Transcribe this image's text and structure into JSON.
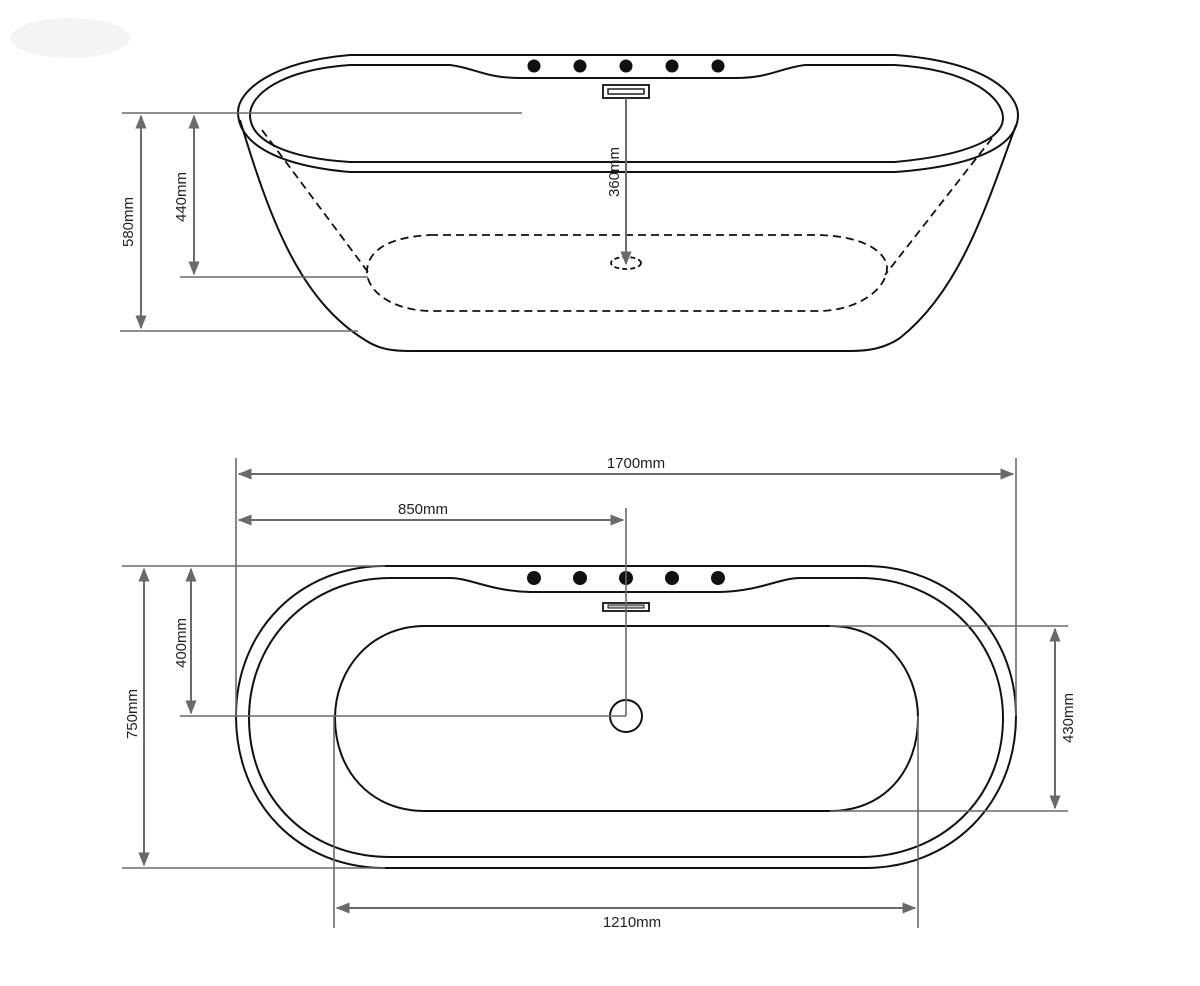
{
  "diagram": {
    "type": "technical-drawing",
    "subject": "freestanding bathtub",
    "colors": {
      "outline": "#111111",
      "dimension_lines": "#6a6a6a",
      "background": "#ffffff"
    },
    "side_view": {
      "jet_holes": 5,
      "dimensions": {
        "overall_height": "580mm",
        "interior_depth_at_wall": "440mm",
        "depth_to_drain": "360mm"
      }
    },
    "top_view": {
      "jet_holes": 5,
      "dimensions": {
        "overall_length": "1700mm",
        "drain_offset": "850mm",
        "overall_width": "750mm",
        "drain_from_back": "400mm",
        "basin_width": "430mm",
        "basin_length": "1210mm"
      }
    }
  }
}
